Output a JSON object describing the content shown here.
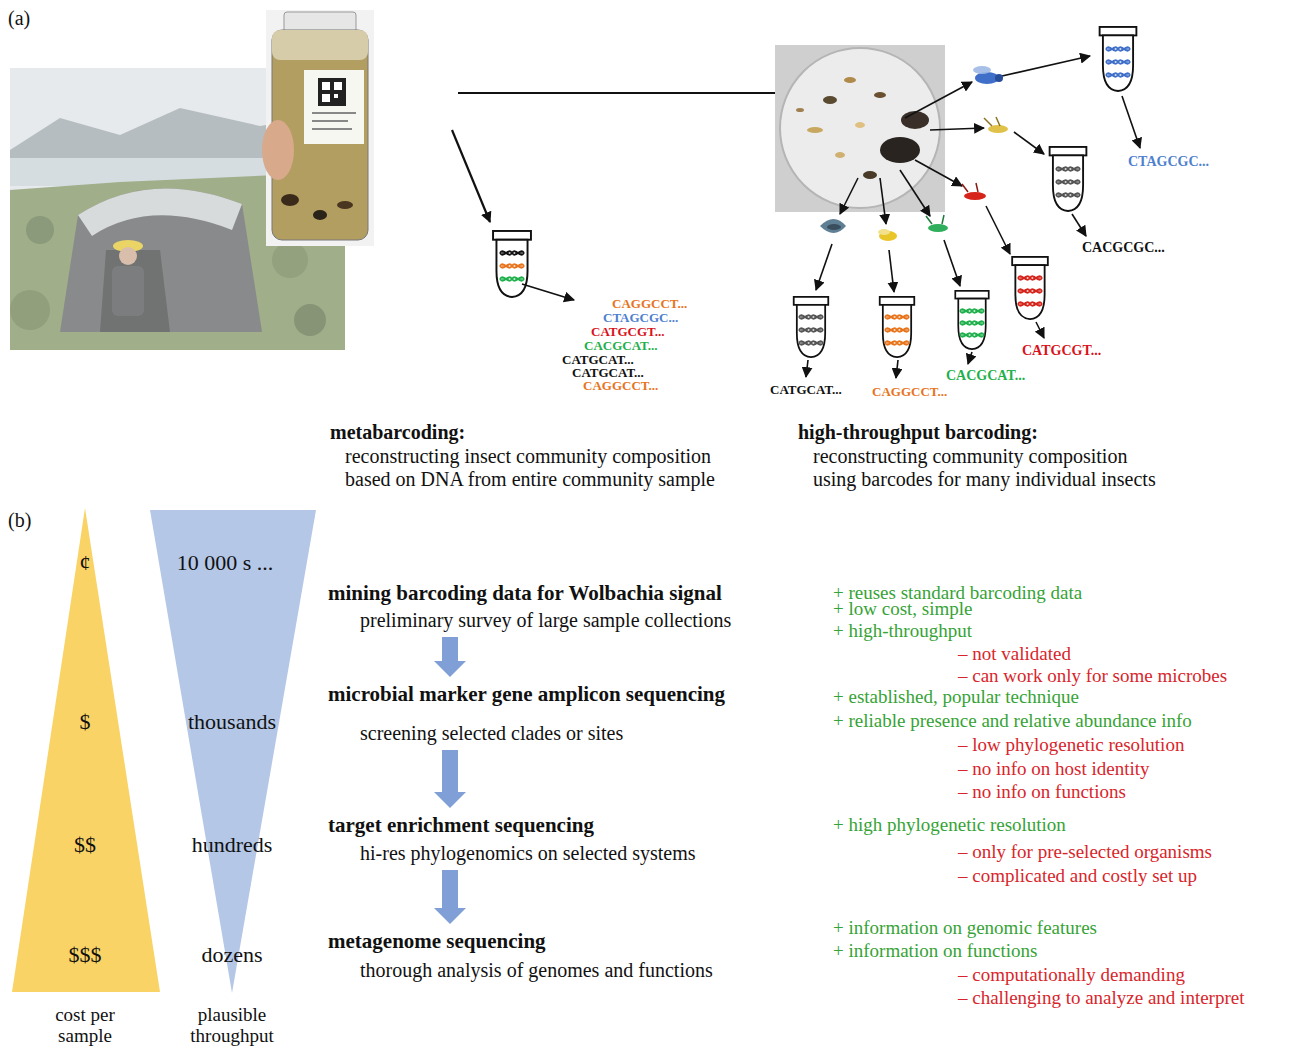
{
  "diagram": {
    "nodes": [
      {
        "text": [
          "¢",
          "$",
          "$$",
          "$$$",
          "cost per sample"
        ]
      },
      {
        "text": [
          "10 000 s ...",
          "thousands",
          "hundreds",
          "dozens",
          "plausible throughput"
        ]
      },
      {
        "text": [
          "mining barcoding data for Wolbachia signal",
          "preliminary survey of large sample collections"
        ]
      },
      {
        "text": [
          "microbial marker gene amplicon sequencing",
          "screening selected clades or sites"
        ]
      },
      {
        "text": [
          "target enrichment sequencing",
          "hi-res phylogenomics on selected systems"
        ]
      },
      {
        "text": [
          "metagenome sequencing",
          "thorough analysis of genomes and functions"
        ]
      }
    ],
    "edges": [
      {
        "from": 2,
        "to": 3,
        "arrow": "to"
      },
      {
        "from": 3,
        "to": 4,
        "arrow": "to"
      },
      {
        "from": 4,
        "to": 5,
        "arrow": "to"
      }
    ],
    "labels": [
      "(a)",
      "CAGGCCT...",
      "CTAGCGC...",
      "CATGCGT...",
      "CACGCAT...",
      "CATGCAT...",
      "CATGCAT...",
      "CAGGCCT...",
      "CTAGCGC...",
      "CACGCGC...",
      "CATGCGT...",
      "CACGCAT...",
      "CATGCAT...",
      "CAGGCCT...",
      "metabarcoding:",
      "reconstructing insect community composition",
      "based on DNA from entire community sample",
      "high-throughput barcoding:",
      "reconstructing community composition",
      "using barcodes for many individual insects",
      "(b)",
      "+ reuses standard barcoding data",
      "+ low cost, simple",
      "+ high-throughput",
      "– not validated",
      "– can work only for some microbes",
      "+ established, popular technique",
      "+ reliable presence and relative abundance info",
      "– low phylogenetic resolution",
      "– no info on host identity",
      "– no info on functions",
      "+ high phylogenetic resolution",
      "– only for pre-selected organisms",
      "– complicated and costly set up",
      "+ information on genomic features",
      "+ information on functions",
      "– computationally demanding",
      "– challenging to analyze and interpret"
    ]
  }
}
